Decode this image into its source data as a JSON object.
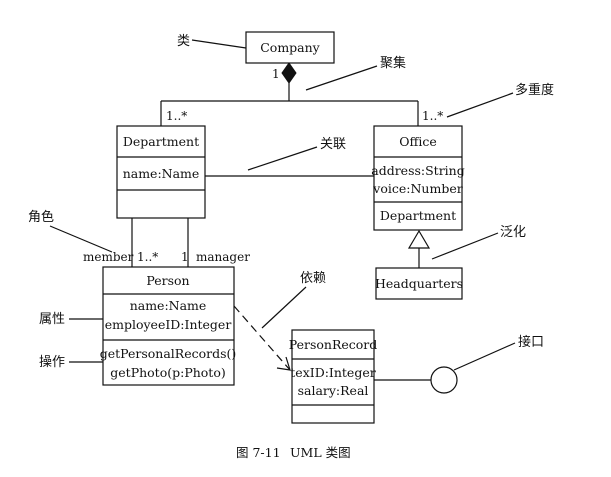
{
  "classes": {
    "company": {
      "name": "Company"
    },
    "department": {
      "name": "Department",
      "attributes": [
        "name:Name"
      ]
    },
    "office": {
      "name": "Office",
      "attributes": [
        "address:String",
        "voice:Number"
      ],
      "operations": [
        "Department"
      ]
    },
    "headquarters": {
      "name": "Headquarters"
    },
    "person": {
      "name": "Person",
      "attributes": [
        "name:Name",
        "employeeID:Integer"
      ],
      "operations": [
        "getPersonalRecords()",
        "getPhoto(p:Photo)"
      ]
    },
    "person_record": {
      "name": "PersonRecord",
      "attributes": [
        "texID:Integer",
        "salary:Real"
      ]
    }
  },
  "multiplicities": {
    "company_side": "1",
    "department_side": "1..*",
    "office_side": "1..*",
    "member_mult": "1..*",
    "manager_mult": "1"
  },
  "roles": {
    "member": "member",
    "manager": "manager"
  },
  "annotations": {
    "class": "类",
    "aggregation": "聚集",
    "multiplicity": "多重度",
    "association": "关联",
    "role": "角色",
    "generalization": "泛化",
    "attribute": "属性",
    "dependency": "依赖",
    "operation": "操作",
    "interface": "接口"
  },
  "caption": {
    "figure_no": "图 7-11",
    "text": "UML 类图"
  }
}
